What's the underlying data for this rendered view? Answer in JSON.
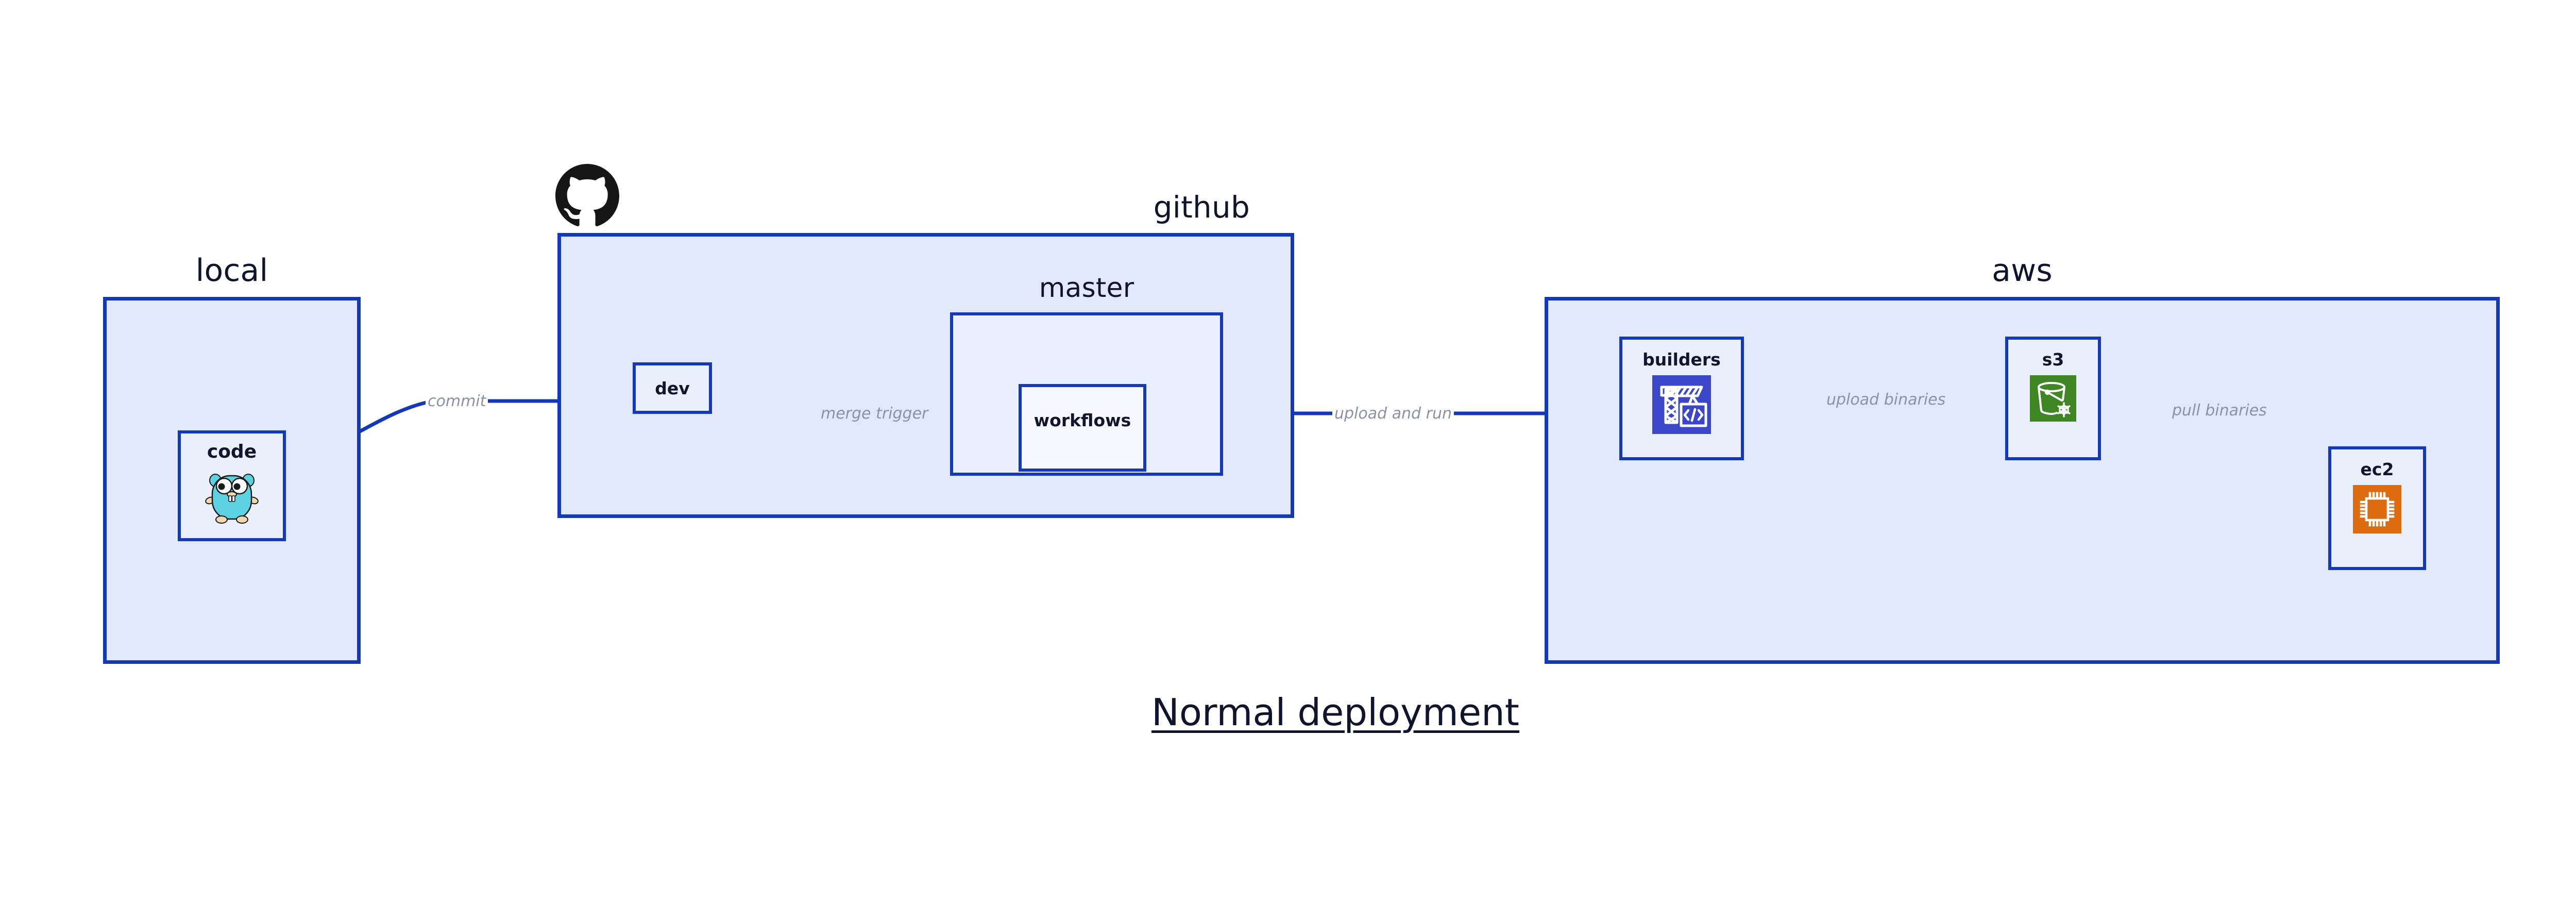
{
  "caption": "Normal deployment",
  "colors": {
    "group_fill": "#e1e8fa",
    "subgroup_fill": "#e9effc",
    "node_fill": "#eaeffc",
    "node_fill_light": "#f6f8fe",
    "border_blue": "#1338b8",
    "arrow_blue": "#1338b8",
    "edge_label_gray": "#8b92a8",
    "text_dark": "#10142c",
    "builders_icon_bg": "#3c46c8",
    "s3_icon_bg": "#3f8624",
    "ec2_icon_bg": "#dd6b10",
    "gopher_body": "#5cd2e0",
    "github_black": "#161616"
  },
  "groups": [
    {
      "id": "local",
      "label": "local",
      "label_align": "center"
    },
    {
      "id": "github",
      "label": "github",
      "label_align": "right"
    },
    {
      "id": "master",
      "label": "master",
      "label_align": "center"
    },
    {
      "id": "aws",
      "label": "aws",
      "label_align": "center"
    }
  ],
  "nodes": [
    {
      "id": "code",
      "label": "code",
      "icon": "go-gopher-icon"
    },
    {
      "id": "dev",
      "label": "dev",
      "icon": null
    },
    {
      "id": "workflows",
      "label": "workflows",
      "icon": null
    },
    {
      "id": "builders",
      "label": "builders",
      "icon": "construction-crane-code-icon"
    },
    {
      "id": "s3",
      "label": "s3",
      "icon": "s3-bucket-snowflake-icon"
    },
    {
      "id": "ec2",
      "label": "ec2",
      "icon": "cpu-chip-icon"
    }
  ],
  "edges": [
    {
      "id": "commit",
      "label": "commit",
      "from": "code",
      "to": "dev"
    },
    {
      "id": "merge-trigger",
      "label": "merge trigger",
      "from": "dev",
      "to": "workflows"
    },
    {
      "id": "upload-and-run",
      "label": "upload and run",
      "from": "workflows",
      "to": "builders"
    },
    {
      "id": "upload-binaries",
      "label": "upload binaries",
      "from": "builders",
      "to": "s3"
    },
    {
      "id": "pull-binaries",
      "label": "pull binaries",
      "from": "s3",
      "to": "ec2"
    }
  ],
  "logos": [
    {
      "id": "github-octocat",
      "name": "github-octocat-logo"
    }
  ]
}
